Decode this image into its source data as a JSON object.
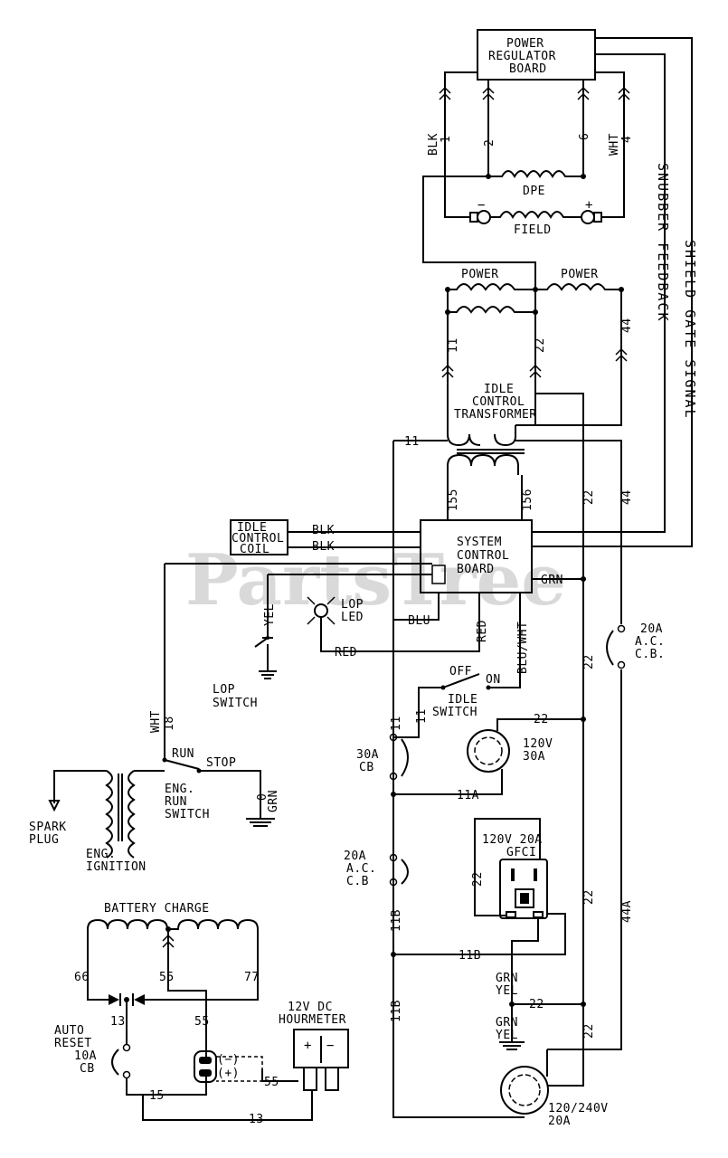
{
  "watermark": "PartsTree",
  "labels": {
    "power_reg_1": "POWER",
    "power_reg_2": "REGULATOR",
    "power_reg_3": "BOARD",
    "blk1_a": "BLK",
    "blk1_b": "1",
    "w2": "2",
    "w6": "6",
    "wht4_a": "WHT",
    "wht4_b": "4",
    "dpe": "DPE",
    "field": "FIELD",
    "minus": "−",
    "plus": "+",
    "snubber": "SNUBBER FEEDBACK",
    "shield": "SHIELD GATE SIGNAL",
    "power_left": "POWER",
    "power_right": "POWER",
    "w11_top": "11",
    "w22_top": "22",
    "w44_top": "44",
    "idle_ct_1": "IDLE",
    "idle_ct_2": "CONTROL",
    "idle_ct_3": "TRANSFORMER",
    "w11_h": "11",
    "w155": "155",
    "w156": "156",
    "w22_v": "22",
    "w44_v": "44",
    "idle_coil_1": "IDLE",
    "idle_coil_2": "CONTROL",
    "idle_coil_3": "COIL",
    "blk_a": "BLK",
    "blk_b": "BLK",
    "scb_1": "SYSTEM",
    "scb_2": "CONTROL",
    "scb_3": "BOARD",
    "grn_scb": "GRN",
    "yel": "YEL",
    "lop_led_1": "LOP",
    "lop_led_2": "LED",
    "blu": "BLU",
    "red_v": "RED",
    "red_h": "RED",
    "blu_wht": "BLU/WHT",
    "lop_sw_1": "LOP",
    "lop_sw_2": "SWITCH",
    "off": "OFF",
    "on": "ON",
    "idle_sw_1": "IDLE",
    "idle_sw_2": "SWITCH",
    "w11_a": "11",
    "w11_b": "11",
    "w22_rcpt": "22",
    "rcpt30_1": "120V",
    "rcpt30_2": "30A",
    "cb30_1": "30A",
    "cb30_2": "CB",
    "w11a": "11A",
    "wht18_a": "WHT",
    "wht18_b": "18",
    "run": "RUN",
    "stop": "STOP",
    "eng_run_1": "ENG.",
    "eng_run_2": "RUN",
    "eng_run_3": "SWITCH",
    "grn0_a": "0",
    "grn0_b": "GRN",
    "spark_1": "SPARK",
    "spark_2": "PLUG",
    "eng_ign_1": "ENG.",
    "eng_ign_2": "IGNITION",
    "acb20r_1": "20A",
    "acb20r_2": "A.C.",
    "acb20r_3": "C.B.",
    "acb20l_1": "20A",
    "acb20l_2": "A.C.",
    "acb20l_3": "C.B",
    "gfci_1": "120V 20A",
    "gfci_2": "GFCI",
    "w22_gfci": "22",
    "w11b_v": "11B",
    "w11b_h": "11B",
    "w11b_v2": "11B",
    "w22_r1": "22",
    "w22_r2": "22",
    "w22_r3": "22",
    "w44a": "44A",
    "batt": "BATTERY CHARGE",
    "w66": "66",
    "w55": "55",
    "w77": "77",
    "w13_a": "13",
    "w55_b": "55",
    "auto_1": "AUTO",
    "auto_2": "RESET",
    "auto_3": "10A",
    "auto_4": "CB",
    "hour_1": "12V  DC",
    "hour_2": "HOURMETER",
    "w15": "15",
    "w55_c": "55",
    "w13_b": "13",
    "grn_yel_1a": "GRN",
    "grn_yel_1b": "YEL",
    "w22_gy": "22",
    "grn_yel_2a": "GRN",
    "grn_yel_2b": "YEL",
    "rcpt240_1": "120/240V",
    "rcpt240_2": "20A",
    "conn_neg": "(−)",
    "conn_pos": "(+)"
  }
}
